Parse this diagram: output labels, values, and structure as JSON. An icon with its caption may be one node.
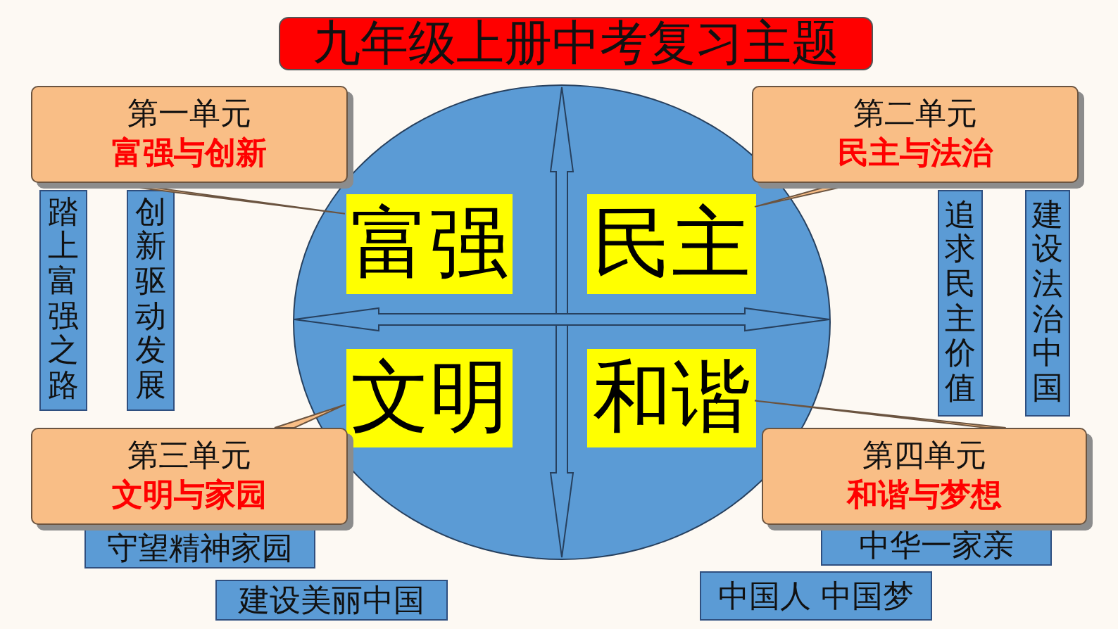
{
  "diagram": {
    "title": "九年级上册中考复习主题",
    "nodes": [
      {
        "text": [
          "第一单元",
          "富强与创新"
        ]
      },
      {
        "text": [
          "第二单元",
          "民主与法治"
        ]
      },
      {
        "text": [],
        "shape": "circle"
      },
      {
        "text": [
          "富强"
        ],
        "in": 2
      },
      {
        "text": [
          "民主"
        ],
        "in": 2
      },
      {
        "text": [
          "文明"
        ],
        "in": 2
      },
      {
        "text": [
          "和谐"
        ],
        "in": 2
      },
      {
        "text": [
          "踏上富强之路"
        ]
      },
      {
        "text": [
          "创新驱动发展"
        ]
      },
      {
        "text": [
          "追求民主价值"
        ]
      },
      {
        "text": [
          "建设法治中国"
        ]
      },
      {
        "text": [
          "第三单元",
          "文明与家园"
        ]
      },
      {
        "text": [
          "第四单元",
          "和谐与梦想"
        ]
      },
      {
        "text": [
          "守望精神家园"
        ]
      },
      {
        "text": [
          "中华一家亲"
        ]
      },
      {
        "text": [
          "建设美丽中国"
        ]
      },
      {
        "text": [
          "中国人 中国梦"
        ]
      }
    ],
    "edges": [
      {
        "from": 0,
        "to": 3,
        "arrow": "none"
      },
      {
        "from": 1,
        "to": 4,
        "arrow": "none"
      },
      {
        "from": 11,
        "to": 5,
        "arrow": "none"
      },
      {
        "from": 12,
        "to": 6,
        "arrow": "none"
      }
    ]
  }
}
